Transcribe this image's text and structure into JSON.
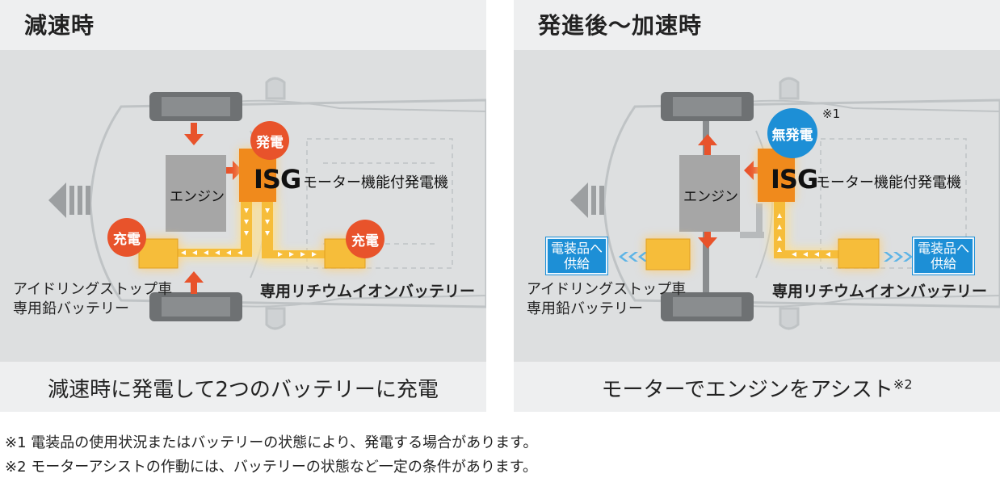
{
  "left_panel": {
    "title": "減速時",
    "engine": "エンジン",
    "isg": "ISG",
    "isg_sub": "モーター機能付発電機",
    "badge_isg": "発電",
    "badge_lead": "充電",
    "badge_lithium": "充電",
    "lead_battery_line1": "アイドリングストップ車",
    "lead_battery_line2": "専用鉛バッテリー",
    "lithium_battery": "専用リチウムイオンバッテリー",
    "caption": "減速時に発電して2つのバッテリーに充電"
  },
  "right_panel": {
    "title": "発進後～加速時",
    "engine": "エンジン",
    "isg": "ISG",
    "isg_sub": "モーター機能付発電機",
    "badge_isg": "無発電",
    "note_mark": "※1",
    "supply_left_line1": "電装品へ",
    "supply_left_line2": "供給",
    "supply_right_line1": "電装品へ",
    "supply_right_line2": "供給",
    "lead_battery_line1": "アイドリングストップ車",
    "lead_battery_line2": "専用鉛バッテリー",
    "lithium_battery": "専用リチウムイオンバッテリー",
    "caption": "モーターでエンジンをアシスト",
    "caption_note": "※2"
  },
  "footnotes": [
    "※1 電装品の使用状況またはバッテリーの状態により、発電する場合があります。",
    "※2 モーターアシストの作動には、バッテリーの状態など一定の条件があります。"
  ],
  "colors": {
    "panel_bg": "#eeeff0",
    "diagram_bg": "#dddfe0",
    "red_badge": "#e8532b",
    "blue_badge": "#1d8fd6",
    "isg_orange": "#f08a1c",
    "battery_yellow": "#f6bd3a",
    "engine_gray": "#a6a6a6"
  }
}
